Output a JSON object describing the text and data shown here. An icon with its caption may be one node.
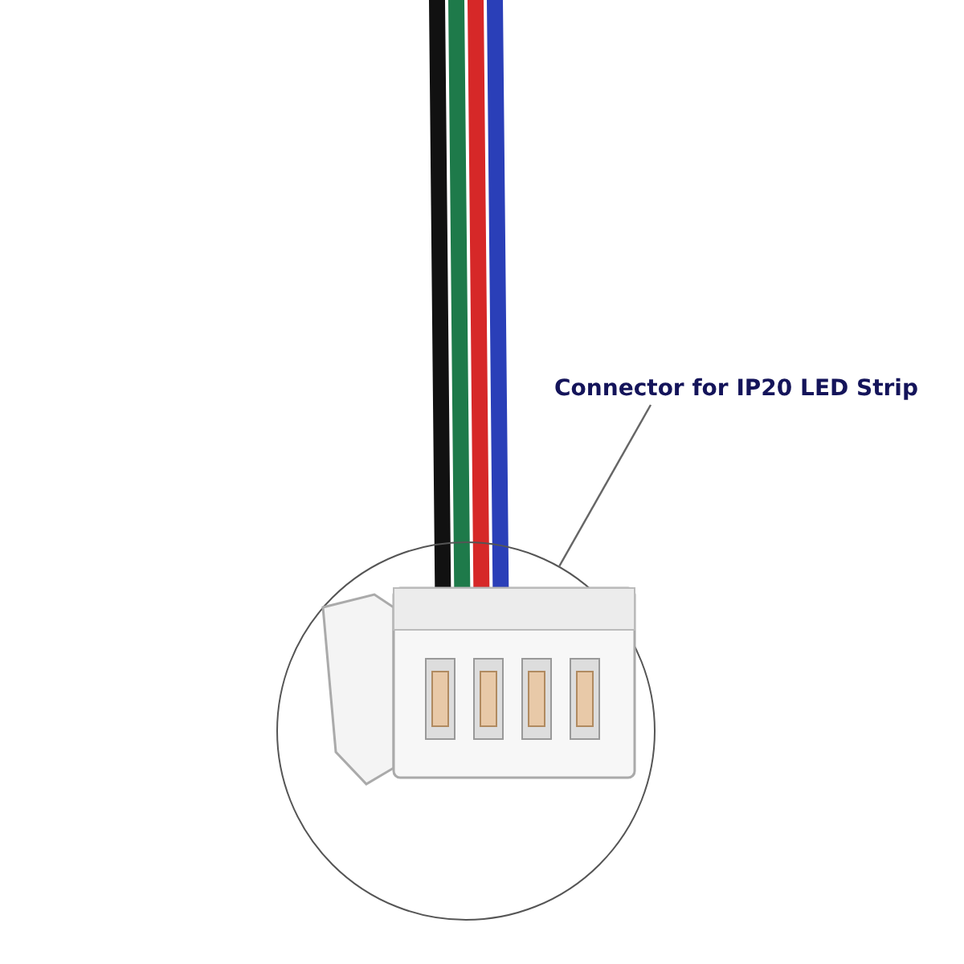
{
  "diagram": {
    "nodes": [
      {
        "text": [
          "Connector for IP20 LED Strip"
        ]
      },
      {
        "text": [],
        "shape": "picture"
      }
    ],
    "edges": [
      {
        "from": 0,
        "to": 1,
        "arrow": "none"
      }
    ]
  }
}
